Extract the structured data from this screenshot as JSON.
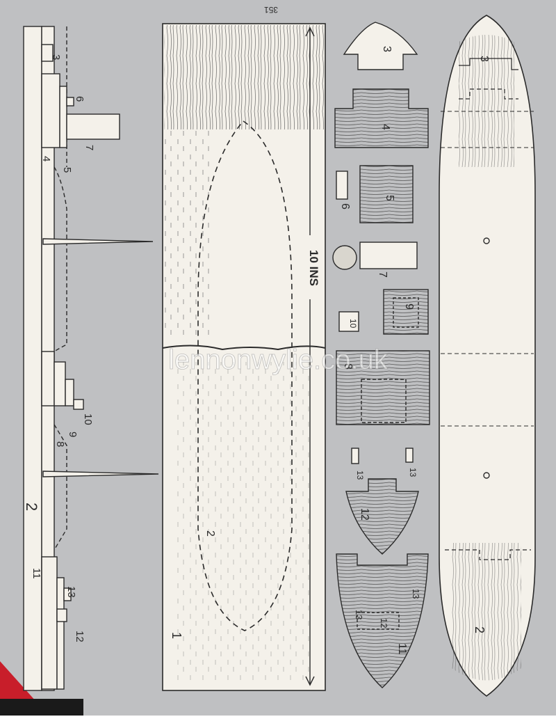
{
  "page_number": "351",
  "watermark": "lennonwylie.co.uk",
  "dimension_label": "10 INS",
  "part_labels": {
    "p1": "1",
    "p2": "2",
    "p3": "3",
    "p4": "4",
    "p5": "5",
    "p6": "6",
    "p7": "7",
    "p8": "8",
    "p9": "9",
    "p10": "10",
    "p11": "11",
    "p12": "12",
    "p13": "13"
  },
  "colors": {
    "background_gray": "#bfc0c2",
    "paper": "#f4f1ea",
    "ink": "#2a2a2a",
    "corner_red": "#c81e2a"
  }
}
